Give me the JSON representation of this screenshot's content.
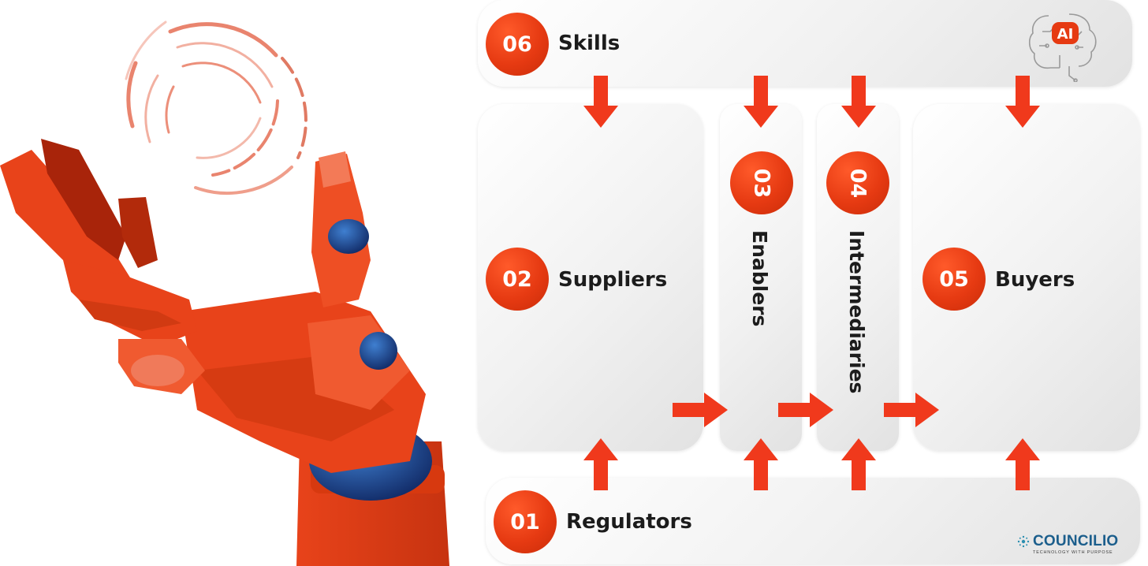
{
  "stages": [
    {
      "number": "06",
      "label": "Skills"
    },
    {
      "number": "02",
      "label": "Suppliers"
    },
    {
      "number": "03",
      "label": "Enablers"
    },
    {
      "number": "04",
      "label": "Intermediaries"
    },
    {
      "number": "05",
      "label": "Buyers"
    },
    {
      "number": "01",
      "label": "Regulators"
    }
  ],
  "ai_badge": "AI",
  "logo": {
    "name": "COUNCILIO",
    "tagline": "TECHNOLOGY WITH PURPOSE"
  },
  "colors": {
    "accent": "#e63a12",
    "arrow": "#f0391c",
    "panel": "#f0f0f0",
    "text": "#1c1c1c",
    "logo": "#1b5e8c"
  }
}
